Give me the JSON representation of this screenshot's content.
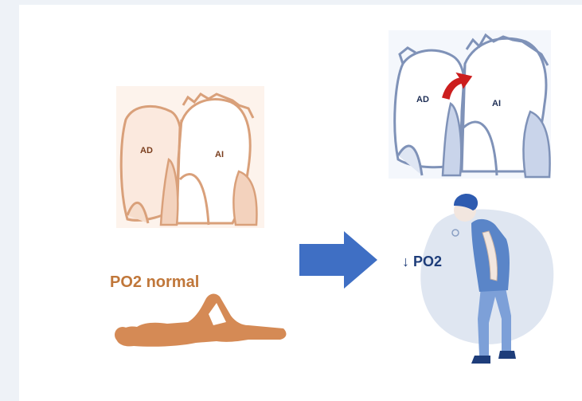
{
  "labels": {
    "ad_left": "AD",
    "ai_left": "AI",
    "ad_right": "AD",
    "ai_right": "AI",
    "po2_normal": "PO2 normal",
    "po2_low": "↓ PO2"
  },
  "colors": {
    "background": "#eef2f7",
    "slide": "#ffffff",
    "left_heart_stroke": "#d9a07a",
    "left_heart_fill": "#f6ddcc",
    "right_heart_stroke": "#7f92b8",
    "right_heart_fill": "#dfe6f3",
    "shunt_arrow": "#cc1e1e",
    "main_arrow": "#3f6fc4",
    "reclining_figure": "#d58a55",
    "person_blob": "#dfe6f1",
    "person_hair": "#2e5bb0",
    "person_shirt": "#5a85c8",
    "person_pants": "#7da0d8",
    "person_skin": "#f2e6df",
    "po2_normal_text": "#c0773a",
    "po2_low_text": "#1e3d7a"
  },
  "icons": {
    "left_heart": "heart-atria-normal-icon",
    "right_heart": "heart-atria-shunt-icon",
    "shunt": "red-curved-arrow-icon",
    "transition": "right-arrow-icon",
    "reclining": "reclining-person-icon",
    "standing": "bent-standing-person-icon"
  }
}
